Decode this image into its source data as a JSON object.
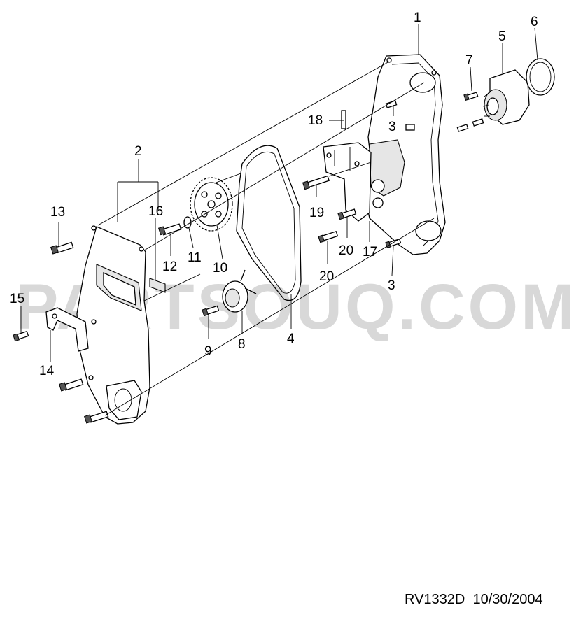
{
  "watermark": "PARTSOUQ.COM",
  "footer": {
    "drawing_code": "RV1332D",
    "date": "10/30/2004"
  },
  "callouts": {
    "c1": "1",
    "c2": "2",
    "c3a": "3",
    "c3b": "3",
    "c4": "4",
    "c5": "5",
    "c6": "6",
    "c7": "7",
    "c8": "8",
    "c9": "9",
    "c10": "10",
    "c11": "11",
    "c12": "12",
    "c13": "13",
    "c14": "14",
    "c15": "15",
    "c16": "16",
    "c17": "17",
    "c18": "18",
    "c19": "19",
    "c20a": "20",
    "c20b": "20"
  }
}
